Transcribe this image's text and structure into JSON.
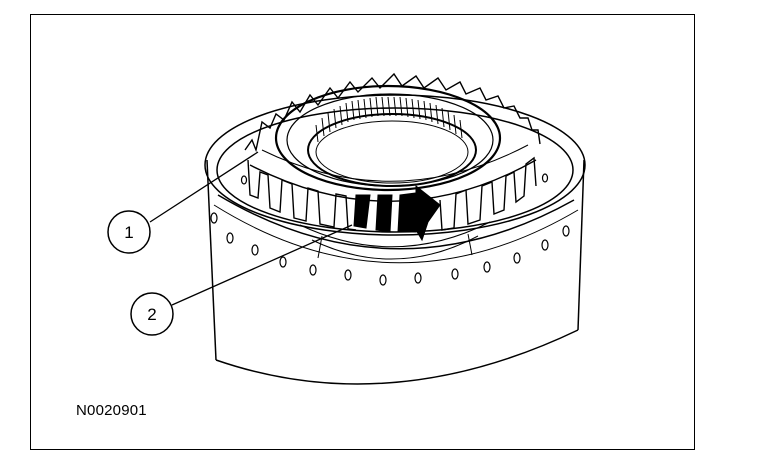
{
  "figure": {
    "id": "N0020901",
    "callouts": [
      {
        "number": "1"
      },
      {
        "number": "2"
      }
    ]
  },
  "colors": {
    "line": "#000000",
    "background": "#ffffff"
  }
}
